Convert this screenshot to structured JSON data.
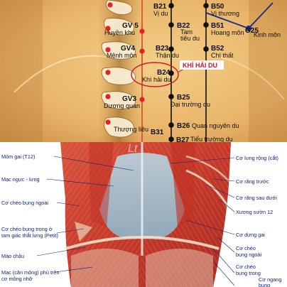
{
  "top_panel": {
    "highlight": {
      "label": "KHÍ HẢI DU",
      "color": "#d0162b"
    },
    "points": [
      {
        "code": "B21",
        "name": "Vị du"
      },
      {
        "code": "B50",
        "name": "Vị thương"
      },
      {
        "code": "GV 5",
        "name": "Huyền khu"
      },
      {
        "code": "B22",
        "name": "Tam\ntiêu du"
      },
      {
        "code": "B51",
        "name": "Hoang môn"
      },
      {
        "code": "G25",
        "name": "Kinh môn"
      },
      {
        "code": "GV4",
        "name": "Mệnh môn"
      },
      {
        "code": "B23",
        "name": "Thận du"
      },
      {
        "code": "B52",
        "name": "Chí thất"
      },
      {
        "code": "B24",
        "name": "Khí hải du"
      },
      {
        "code": "GV3",
        "name": "Dương quan"
      },
      {
        "code": "B25",
        "name": "Đại trường du"
      },
      {
        "code": "B26",
        "name": "Quan nguyên du"
      },
      {
        "code": "B31",
        "name": "Thượng liêu"
      },
      {
        "code": "B27",
        "name": "Tiểu trường du"
      }
    ]
  },
  "bottom_panel": {
    "watermark": "Lt",
    "left_labels": [
      "Mỏm gai (T12)",
      "Mạc ngực - lưng",
      "Cơ chéo bụng ngoài",
      "Cơ chéo bụng trong ở\ntam giác thắt lưng (Petit)",
      "Mào chậu",
      "Mạc (cân mông) phủ trên\ncơ mông nhỡ"
    ],
    "right_labels": [
      "Cơ lưng rộng (cắt)",
      "Cơ răng trước",
      "Cơ răng sau dưới",
      "Xương sườn 12",
      "Cơ dựng gai",
      "Cơ chéo\nbụng ngoài",
      "Cơ chéo\nbụng trong",
      "Cơ ngang\nbụng"
    ]
  }
}
